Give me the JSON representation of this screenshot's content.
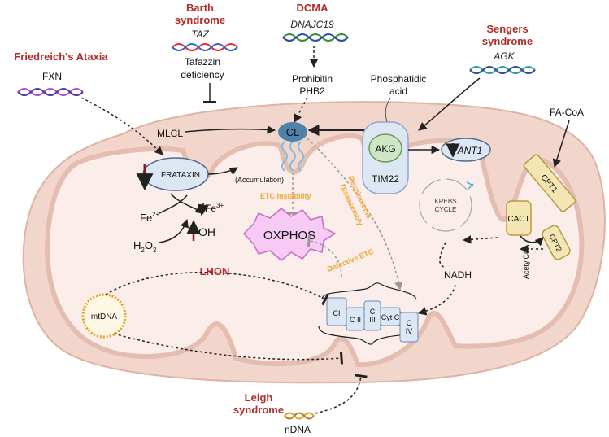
{
  "diseases": {
    "barth": [
      "Barth",
      "syndrome"
    ],
    "dcma": "DCMA",
    "sengers": [
      "Sengers",
      "syndrome"
    ],
    "friedreich": "Friedreich's Ataxia",
    "lhon": "LHON",
    "leigh": [
      "Leigh",
      "syndrome"
    ]
  },
  "genes": {
    "taz": "TAZ",
    "dnajc19": "DNAJC19",
    "agk": "AGK",
    "fxn": "FXN",
    "ndna": "nDNA",
    "mtdna": "mtDNA"
  },
  "labels": {
    "tafazzin": [
      "Tafazzin",
      "deficiency"
    ],
    "prohibitin": [
      "Prohibitin",
      "PHB2"
    ],
    "phosphatidic": [
      "Phosphatidic",
      "acid"
    ],
    "fa_coa": "FA-CoA",
    "mlcl": "MLCL",
    "cl": "CL",
    "akg": "AKG",
    "tim22": "TIM22",
    "ant1": "ANT1",
    "cpt1": "CPT1",
    "cact": "CACT",
    "cpt2": "CPT2",
    "acetylcoa": "AcetylCoA",
    "krebs": [
      "KREBS",
      "CYCLE"
    ],
    "frataxin": "FRATAXIN",
    "fe2": "Fe",
    "fe2_sup": "2+",
    "fe3": "Fe",
    "fe3_sup": "3+",
    "accumulation": "(Accumulation)",
    "h2o2_h": "H",
    "h2o2_2a": "2",
    "h2o2_o": "O",
    "h2o2_2b": "2",
    "oh": "OH",
    "oh_sup": "-",
    "oxphos": "OXPHOS",
    "nadh": "NADH",
    "etc_instability": "ETC Instability",
    "respirasome": [
      "Respirasome",
      "Disassembly"
    ],
    "defective_etc": "Defective ETC",
    "complexes": {
      "ci": "CI",
      "cii": "C II",
      "ciii": [
        "C",
        "III"
      ],
      "cytc": "Cyt C",
      "civ": [
        "C",
        "IV"
      ]
    }
  },
  "colors": {
    "disease_red": "#b22a2a",
    "membrane": "#f2d6cc",
    "membrane_stroke": "#dcb3a5",
    "cl_blue": "#4f82a8",
    "orange_text": "#f2a436",
    "ros_arrow": "#8b1a2a",
    "cpt_yellow": "#f3e6b3"
  }
}
